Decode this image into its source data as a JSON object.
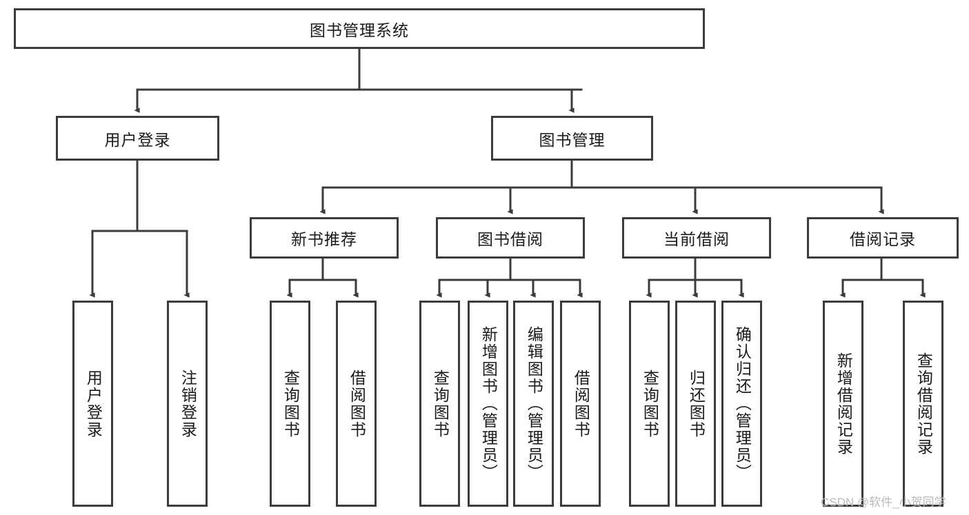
{
  "diagram": {
    "type": "tree-hierarchy-chart",
    "title": "图书管理系统",
    "line_color": "#3b3b3b",
    "box_fill": "#ffffff",
    "text_color": "#1a1a1a",
    "root": {
      "label": "图书管理系统"
    },
    "level2": [
      {
        "label": "用户登录"
      },
      {
        "label": "图书管理"
      }
    ],
    "level3": [
      {
        "label": "新书推荐"
      },
      {
        "label": "图书借阅"
      },
      {
        "label": "当前借阅"
      },
      {
        "label": "借阅记录"
      }
    ],
    "leaves": {
      "user_login": [
        {
          "label": "用户登录"
        },
        {
          "label": "注销登录"
        }
      ],
      "new_book_recommend": [
        {
          "label": "查询图书"
        },
        {
          "label": "借阅图书"
        }
      ],
      "book_borrow": [
        {
          "label": "查询图书"
        },
        {
          "label": "新增图书（管理员）"
        },
        {
          "label": "编辑图书（管理员）"
        },
        {
          "label": "借阅图书"
        }
      ],
      "current_borrow": [
        {
          "label": "查询图书"
        },
        {
          "label": "归还图书"
        },
        {
          "label": "确认归还（管理员）"
        }
      ],
      "borrow_record": [
        {
          "label": "新增借阅记录"
        },
        {
          "label": "查询借阅记录"
        }
      ]
    }
  },
  "watermark": {
    "text": "CSDN @软件_小贺同学"
  }
}
